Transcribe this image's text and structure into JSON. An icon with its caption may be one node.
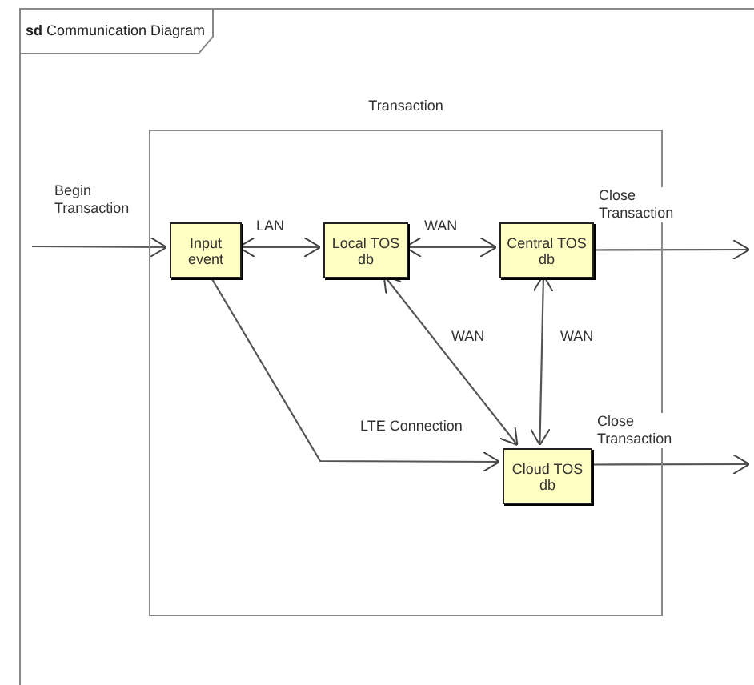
{
  "diagram": {
    "nodes": [
      {
        "text": [
          "**sd** Communication Diagram"
        ]
      },
      {
        "text": [
          "Transaction"
        ],
        "in": 0
      },
      {
        "text": [
          "Input event"
        ],
        "in": 1
      },
      {
        "text": [
          "Local TOS db"
        ],
        "in": 1
      },
      {
        "text": [
          "Central TOS db"
        ],
        "in": 1
      },
      {
        "text": [
          "Cloud TOS db"
        ],
        "in": 1
      }
    ],
    "edges": [
      {
        "from": null,
        "to": 2,
        "arrow": "to",
        "label": "Begin Transaction"
      },
      {
        "from": 2,
        "to": 3,
        "arrow": "both",
        "label": "LAN"
      },
      {
        "from": 3,
        "to": 4,
        "arrow": "both",
        "label": "WAN"
      },
      {
        "from": 4,
        "to": null,
        "arrow": "to",
        "label": "Close Transaction"
      },
      {
        "from": 3,
        "to": 5,
        "arrow": "both",
        "label": "WAN"
      },
      {
        "from": 4,
        "to": 5,
        "arrow": "both",
        "label": "WAN"
      },
      {
        "from": 2,
        "to": 5,
        "arrow": "to",
        "label": "LTE Connection"
      },
      {
        "from": 5,
        "to": null,
        "arrow": "to",
        "label": "Close Transaction"
      }
    ]
  }
}
